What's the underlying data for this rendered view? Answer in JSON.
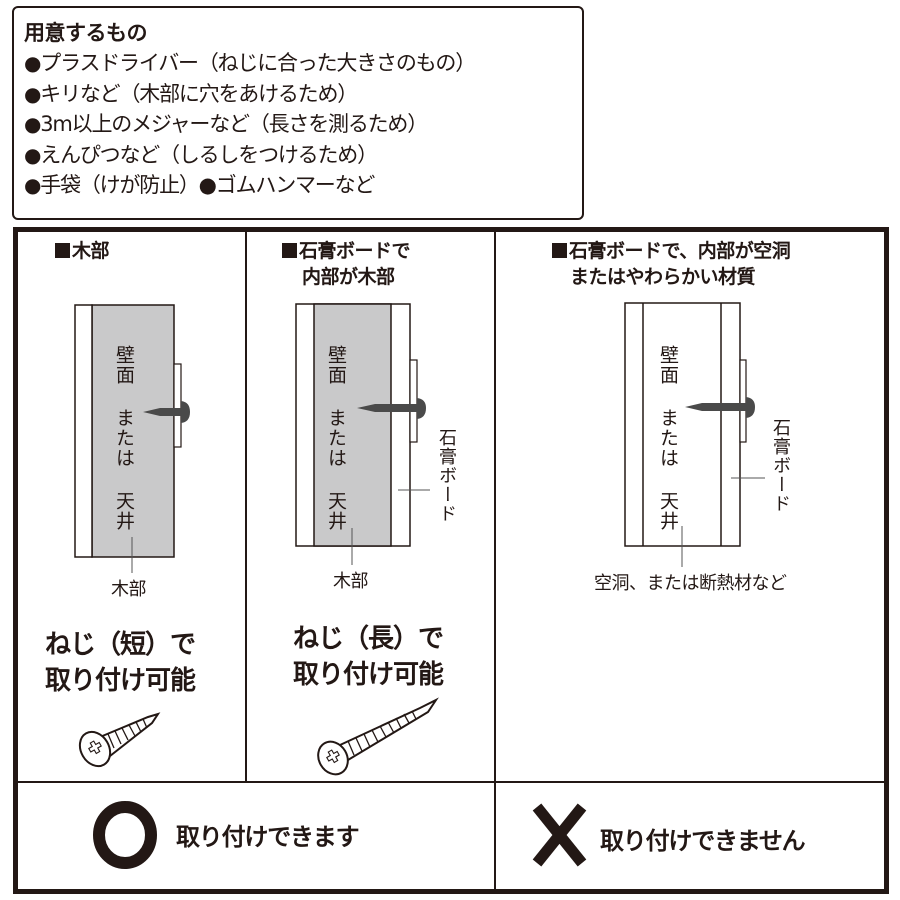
{
  "tools": {
    "title": "用意するもの",
    "bullet": "●",
    "items": [
      "プラスドライバー（ねじに合った大きさのもの）",
      "キリなど（木部に穴をあけるため）",
      "3m以上のメジャーなど（長さを測るため）",
      "えんぴつなど（しるしをつけるため）",
      "手袋（けが防止）●ゴムハンマーなど"
    ]
  },
  "columns": [
    {
      "title_lines": [
        "木部"
      ],
      "wall_label": "壁面 または 天井",
      "callouts": {
        "core": "木部"
      },
      "screw_caption_lines": [
        "ねじ（短）で",
        "取り付け可能"
      ],
      "screw_type": "short"
    },
    {
      "title_lines": [
        "石膏ボードで",
        "内部が木部"
      ],
      "wall_label": "壁面 または 天井",
      "callouts": {
        "core": "木部",
        "board": "石膏ボード"
      },
      "screw_caption_lines": [
        "ねじ（長）で",
        "取り付け可能"
      ],
      "screw_type": "long"
    },
    {
      "title_lines": [
        "石膏ボードで、内部が空洞",
        "またはやわらかい材質"
      ],
      "wall_label": "壁面 または 天井",
      "callouts": {
        "core": "空洞、または断熱材など",
        "board": "石膏ボード"
      }
    }
  ],
  "results": {
    "ok": {
      "symbol": "circle",
      "label": "取り付けできます"
    },
    "ng": {
      "symbol": "cross",
      "label": "取り付けできません"
    }
  },
  "colors": {
    "ink": "#231815",
    "wood": "#c9c9ca",
    "nail": "#4a4a4a"
  }
}
